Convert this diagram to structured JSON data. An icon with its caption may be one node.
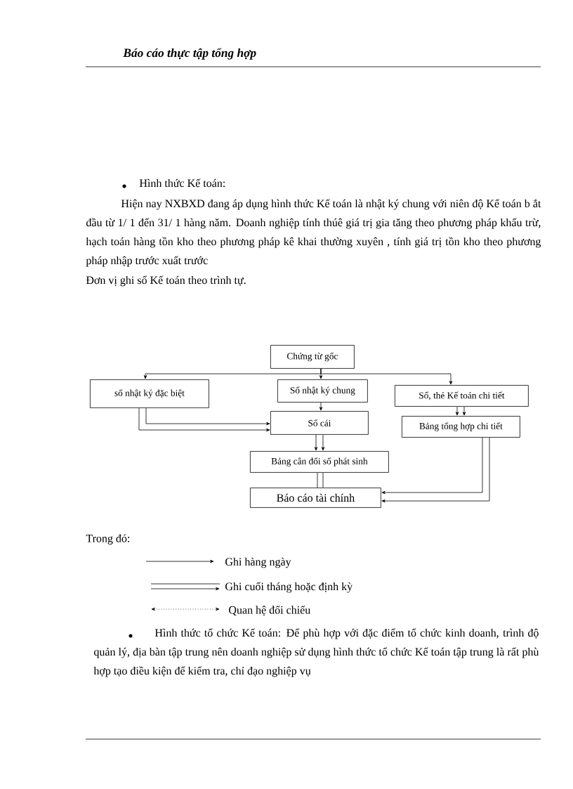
{
  "diagram": {
    "nodes": [
      {
        "text": [
          "Chứng từ gốc"
        ]
      },
      {
        "text": [
          "sổ nhật ký đặc biệt"
        ]
      },
      {
        "text": [
          "Sổ nhật ký chung"
        ]
      },
      {
        "text": [
          "Sổ, thẻ Kế toán chi tiết"
        ]
      },
      {
        "text": [
          "Sổ cái"
        ]
      },
      {
        "text": [
          "Bảng tổng hợp chi tiết"
        ]
      },
      {
        "text": [
          "Bảng cân đối số phát sinh"
        ]
      },
      {
        "text": [
          "Báo cáo tài chính"
        ]
      }
    ],
    "edges": [
      {
        "from": 0,
        "to": 1,
        "arrow": "to"
      },
      {
        "from": 0,
        "to": 2,
        "arrow": "to"
      },
      {
        "from": 0,
        "to": 3,
        "arrow": "to"
      },
      {
        "from": 2,
        "to": 4,
        "arrow": "to"
      },
      {
        "from": 1,
        "to": 4,
        "arrow": "to"
      },
      {
        "from": 1,
        "to": 4,
        "arrow": "to"
      },
      {
        "from": 3,
        "to": 5,
        "arrow": "to"
      },
      {
        "from": 3,
        "to": 5,
        "arrow": "to"
      },
      {
        "from": 4,
        "to": 6,
        "arrow": "to"
      },
      {
        "from": 4,
        "to": 6,
        "arrow": "to"
      },
      {
        "from": 5,
        "to": 7,
        "arrow": "to"
      },
      {
        "from": 5,
        "to": 7,
        "arrow": "to"
      },
      {
        "from": 6,
        "to": 7,
        "arrow": "none"
      },
      {
        "from": 6,
        "to": 7,
        "arrow": "none"
      }
    ],
    "labels": [
      "Báo cáo thực tập tổng hợp",
      "Hình thức Kế toán:",
      "Hiện nay NXBXD đang áp dụng hình thức Kế toán là nhật ký chung với niên độ Kế toán b ắt đầu từ 1/ 1 đến 31/ 1 hàng năm. Doanh nghiệp tính thúê giá trị gia tăng theo phương pháp khấu trừ, hạch toán hàng tồn kho theo phương pháp kê khai thường xuyên , tính giá trị tồn kho theo phương pháp nhập trước xuất trước",
      "Đơn vị ghi sổ Kế toán theo trình tự.",
      "Trong đó:",
      "Hình thức tổ chức Kế toán: Để phù hợp với đặc điểm tổ chức kinh doanh, trình độ quản lý, địa bàn tập trung nên doanh nghiệp sử dụng hình thức tổ chức Kế toán tập trung là rất phù hợp tạo điều kiện để kiểm tra, chỉ đạo nghiệp vụ"
    ],
    "legend": [
      {
        "text": "Ghi hàng ngày"
      },
      {
        "text": "Ghi cuối tháng hoặc định kỳ"
      },
      {
        "text": "Quan hệ đối chiếu"
      }
    ]
  }
}
